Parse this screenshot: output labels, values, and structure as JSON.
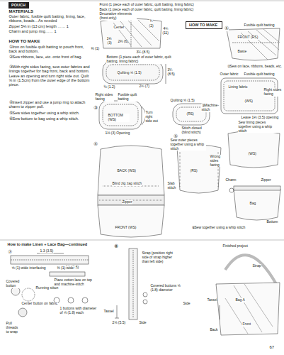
{
  "diagram": {
    "nodes": [
      {
        "text": [
          "POUCH"
        ]
      },
      {
        "text": [
          "HOW TO MAKE"
        ]
      }
    ],
    "labels": [
      "MATERIALS",
      "Outer fabric, fusible quilt batting, lining, lace, ribbons, beads…As needed",
      "Zipper 5⅛ in (13 cm) length …… 1",
      "Charm and jump ring…… 1",
      "HOW TO MAKE",
      "①Iron on fusible quilt batting to pouch front, back and bottom.",
      "②Sew ribbons, lace, etc. onto front of bag.",
      "③With right sides facing, sew outer fabrics and linings together for bag front, back and bottom. Leave an opening and turn right side out. Quilt ⅝ in (1.5cm) from the outer edge of the bottom piece.",
      "④Insert zipper and use a jump ring to attach charm to zipper pull.",
      "⑤Sew sides together using a whip stitch.",
      "⑥Sew bottom to bag using a whip stitch.",
      "Front (1 piece each of outer fabric, quilt batting, lining fabric)",
      "Back (1 piece each of outer fabric, quilt batting, lining fabric)",
      "Decorative elements (front only)",
      "Center",
      "¾",
      "(2)",
      "4¾",
      "(11)",
      "1⅛",
      "(3)",
      "2⅜ (6)",
      "⅜ (1)",
      "3¼ (8.5)",
      "Bottom (1 piece each of outer fabric, quilt batting, lining fabric)",
      "Quilting ⅝ (1.5)",
      "3¼ (8.5)",
      "½ (1.2)",
      "2¾ (7)",
      "Right sides facing",
      "Fusible quilt batting",
      "③",
      "BOTTOM (WS)",
      "Turn right side out",
      "1⅛ (3) Opening",
      "Quilting ⅝ (1.5)",
      "(RS)",
      "Stitch closed (blind stitch)",
      "④",
      "BACK (WS)",
      "Blind zig zag stitch",
      "Zipper",
      "FRONT (WS)",
      "①",
      "Fusible quilt batting",
      "FRONT (RS)",
      "Baste",
      "②Sew on lace, ribbons, beads, etc.",
      "Outer fabric",
      "Fusible quilt batting",
      "Lining fabric",
      "Right sides facing",
      "③Machine-stitch",
      "(WS)",
      "Leave 1⅛ (3.5) opening",
      "Sew lining pieces together using a whip stitch",
      "(WS)",
      "⑤",
      "Sew outer pieces together using a whip stitch",
      "Wrong sides facing",
      "(RS)",
      "Slab stitch",
      "Charm",
      "Zipper",
      "Bag",
      "⑥Sew together using a whip stitch",
      "Bottom",
      "How to make Linen + Lace Bag—continued",
      "⑦",
      "1.3 (3.5)",
      "1⅜ (3.5)",
      "⅝ (1)-wide interfacing",
      "⅜ (1)-wide",
      "Covered button",
      "Running stitch",
      "Place cotton lace on top and machine-stitch",
      "Center button on fabric",
      "Pull threads to wrap",
      "1 buttons with diameter of ⅝ (1.8) each",
      "⑧",
      "Strap (position right side of strap higher than left side)",
      "Covered buttons ⅝ (1.8) diameter",
      "Tassel",
      "2⅝ (5.5)",
      "Side",
      "Side",
      "Finished project",
      "Strap",
      "Tassel",
      "Bag A",
      "Front",
      "Back",
      "67"
    ]
  }
}
